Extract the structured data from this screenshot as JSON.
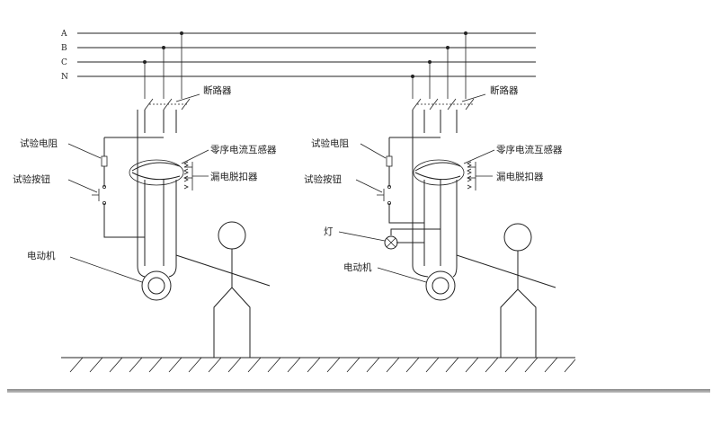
{
  "bus": {
    "labels": [
      "A",
      "B",
      "C",
      "N"
    ]
  },
  "left_circuit": {
    "breaker": "断路器",
    "test_resistor": "试验电阻",
    "test_button": "试验按钮",
    "zero_seq_ct": "零序电流互感器",
    "leakage_release": "漏电脱扣器",
    "motor": "电动机"
  },
  "right_circuit": {
    "breaker": "断路器",
    "test_resistor": "试验电阻",
    "test_button": "试验按钮",
    "zero_seq_ct": "零序电流互感器",
    "leakage_release": "漏电脱扣器",
    "lamp": "灯",
    "motor": "电动机"
  }
}
